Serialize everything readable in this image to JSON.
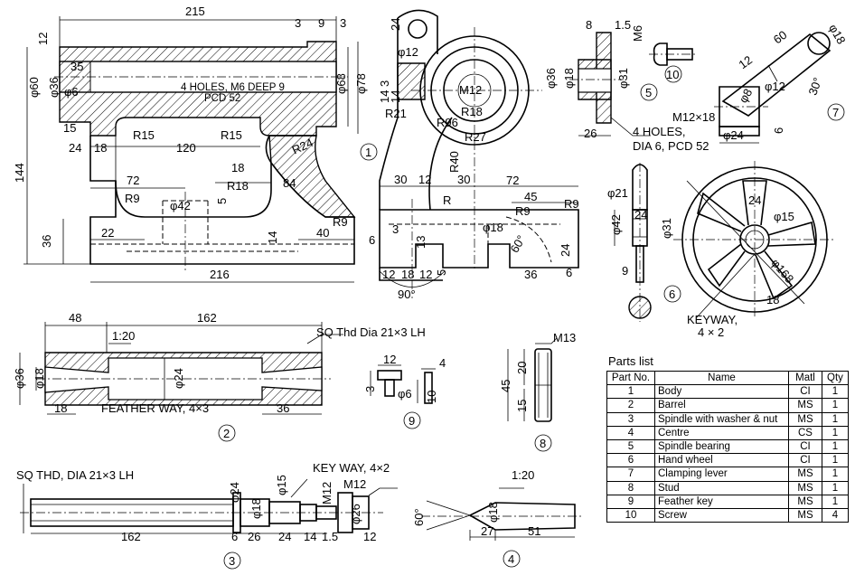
{
  "parts_list": {
    "title": "Parts list",
    "headers": [
      "Part No.",
      "Name",
      "Matl",
      "Qty"
    ],
    "rows": [
      [
        "1",
        "Body",
        "CI",
        "1"
      ],
      [
        "2",
        "Barrel",
        "MS",
        "1"
      ],
      [
        "3",
        "Spindle with washer & nut",
        "MS",
        "1"
      ],
      [
        "4",
        "Centre",
        "CS",
        "1"
      ],
      [
        "5",
        "Spindle bearing",
        "CI",
        "1"
      ],
      [
        "6",
        "Hand wheel",
        "CI",
        "1"
      ],
      [
        "7",
        "Clamping lever",
        "MS",
        "1"
      ],
      [
        "8",
        "Stud",
        "MS",
        "1"
      ],
      [
        "9",
        "Feather key",
        "MS",
        "1"
      ],
      [
        "10",
        "Screw",
        "MS",
        "4"
      ]
    ]
  },
  "part_numbers": [
    "1",
    "2",
    "3",
    "4",
    "5",
    "6",
    "7",
    "8",
    "9",
    "10"
  ],
  "body": {
    "dims": [
      "215",
      "3",
      "9",
      "3",
      "12",
      "φ60",
      "φ36",
      "35",
      "φ6",
      "15",
      "φ68",
      "φ78",
      "24",
      "18",
      "120",
      "R15",
      "R15",
      "R24",
      "18",
      "72",
      "R9",
      "φ42",
      "R18",
      "84",
      "5",
      "144",
      "36",
      "22",
      "14",
      "40",
      "R9",
      "216"
    ],
    "note1": "4 HOLES, M6 DEEP 9",
    "note2": "PCD 52",
    "side_dims": [
      "24",
      "φ12",
      "M12",
      "3",
      "14",
      "14",
      "R21",
      "R96",
      "R18",
      "R27",
      "R40",
      "30",
      "12",
      "30",
      "R",
      "72",
      "45",
      "R9",
      "R9",
      "6",
      "3",
      "13",
      "φ18",
      "60°",
      "24",
      "12",
      "18",
      "12",
      "5",
      "36",
      "6",
      "90°"
    ]
  },
  "barrel": {
    "dims": [
      "48",
      "162",
      "1:20",
      "φ36",
      "φ18",
      "φ24",
      "18",
      "36"
    ],
    "thread": "SQ Thd Dia 21×3 LH",
    "keyway": "FEATHER WAY, 4×3"
  },
  "spindle": {
    "thread": "SQ THD, DIA 21×3 LH",
    "keyway": "KEY WAY, 4×2",
    "dims": [
      "φ24",
      "φ18",
      "φ15",
      "M12",
      "M12",
      "φ26",
      "162",
      "6",
      "26",
      "24",
      "14",
      "1.5",
      "12"
    ]
  },
  "centre": {
    "dims": [
      "1:20",
      "60°",
      "φ18",
      "27",
      "51"
    ]
  },
  "bearing": {
    "dims": [
      "8",
      "1.5",
      "M6",
      "φ36",
      "φ18",
      "φ31",
      "26"
    ],
    "note1": "4 HOLES,",
    "note2": "DIA 6, PCD 52"
  },
  "handwheel": {
    "dims": [
      "φ21",
      "24",
      "φ42",
      "φ31",
      "9",
      "24",
      "φ15",
      "φ168",
      "18"
    ],
    "keyway1": "KEYWAY,",
    "keyway2": "4 × 2"
  },
  "lever": {
    "dims": [
      "60",
      "φ18",
      "12",
      "φ8",
      "φ12",
      "30°",
      "M12×18",
      "φ24",
      "6"
    ]
  },
  "stud": {
    "dims": [
      "M13",
      "20",
      "45",
      "15"
    ]
  },
  "key": {
    "dims": [
      "12",
      "4",
      "3",
      "φ6",
      "10"
    ]
  }
}
